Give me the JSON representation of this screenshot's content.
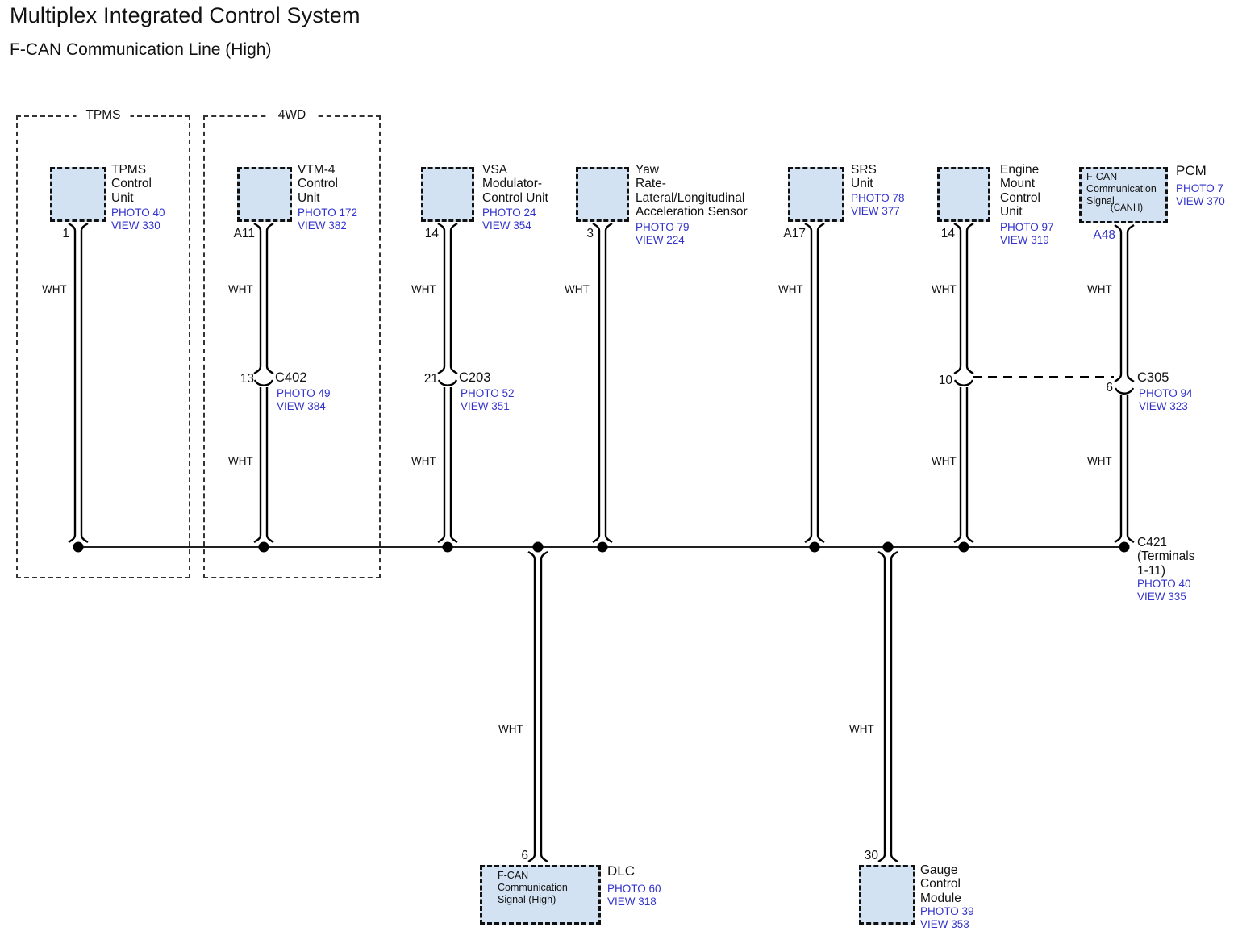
{
  "title": "Multiplex Integrated Control System",
  "subtitle": "F-CAN Communication Line (High)",
  "wire_color_label": "WHT",
  "colors": {
    "component_fill": "#d2e2f2",
    "link_blue": "#3333cc",
    "line_black": "#000000"
  },
  "groups": [
    {
      "label": "TPMS"
    },
    {
      "label": "4WD"
    }
  ],
  "components": [
    {
      "id": "tpms-control-unit",
      "pin": "1",
      "label": "TPMS\nControl\nUnit",
      "photo": "PHOTO 40",
      "view": "VIEW 330"
    },
    {
      "id": "vtm4-control-unit",
      "pin": "A11",
      "label": "VTM-4\nControl\nUnit",
      "photo": "PHOTO 172",
      "view": "VIEW 382"
    },
    {
      "id": "vsa-modulator-control-unit",
      "pin": "14",
      "label": "VSA\nModulator-\nControl Unit",
      "photo": "PHOTO 24",
      "view": "VIEW 354"
    },
    {
      "id": "yaw-rate-sensor",
      "pin": "3",
      "label": "Yaw\nRate-\nLateral/Longitudinal\nAcceleration Sensor",
      "photo": "PHOTO 79",
      "view": "VIEW 224"
    },
    {
      "id": "srs-unit",
      "pin": "A17",
      "label": "SRS\nUnit",
      "photo": "PHOTO 78",
      "view": "VIEW 377"
    },
    {
      "id": "engine-mount-control-unit",
      "pin": "14",
      "label": "Engine\nMount\nControl\nUnit",
      "photo": "PHOTO 97",
      "view": "VIEW 319"
    },
    {
      "id": "pcm",
      "pin": "A48",
      "inner_label": "F-CAN\nCommunication\nSignal",
      "inner_sub": "(CANH)",
      "label": "PCM",
      "photo": "PHOTO 7",
      "view": "VIEW 370"
    }
  ],
  "inline_connectors": [
    {
      "id": "C402",
      "pin": "13",
      "name": "C402",
      "photo": "PHOTO 49",
      "view": "VIEW 384"
    },
    {
      "id": "C203",
      "pin": "21",
      "name": "C203",
      "photo": "PHOTO 52",
      "view": "VIEW 351"
    },
    {
      "id": "C305",
      "pin_left": "10",
      "pin_right": "6",
      "name": "C305",
      "photo": "PHOTO 94",
      "view": "VIEW 323"
    }
  ],
  "bus_connector": {
    "label": "C421\n(Terminals\n1-11)",
    "photo": "PHOTO 40",
    "view": "VIEW 335"
  },
  "bottom_components": [
    {
      "id": "dlc",
      "pin": "6",
      "inner_label": "F-CAN\nCommunication\nSignal (High)",
      "label": "DLC",
      "photo": "PHOTO 60",
      "view": "VIEW 318"
    },
    {
      "id": "gauge-control-module",
      "pin": "30",
      "label": "Gauge\nControl\nModule",
      "photo": "PHOTO 39",
      "view": "VIEW 353"
    }
  ]
}
